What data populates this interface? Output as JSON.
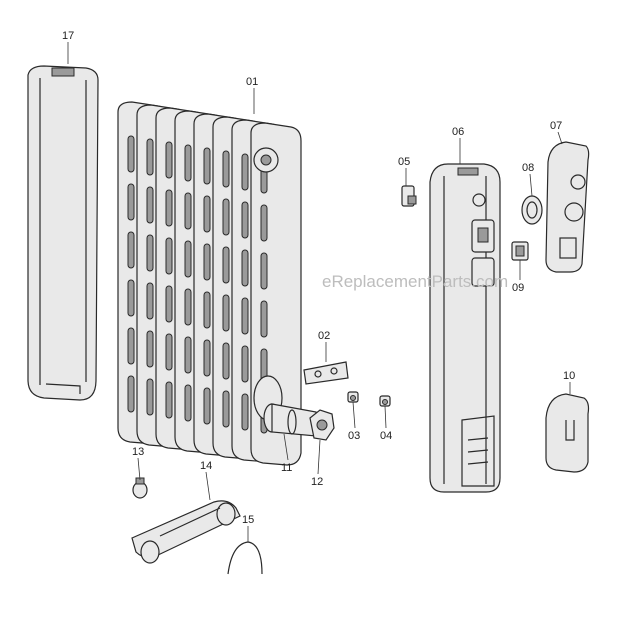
{
  "watermark": "eReplacementParts.com",
  "parts": [
    {
      "number": "17",
      "icon": "side-cover-icon"
    },
    {
      "number": "01",
      "icon": "radiator-body-icon"
    },
    {
      "number": "06",
      "icon": "control-panel-housing-icon"
    },
    {
      "number": "07",
      "icon": "control-cover-icon"
    },
    {
      "number": "05",
      "icon": "thermostat-icon"
    },
    {
      "number": "08",
      "icon": "knob-ring-icon"
    },
    {
      "number": "09",
      "icon": "rocker-switch-icon"
    },
    {
      "number": "02",
      "icon": "terminal-plate-icon"
    },
    {
      "number": "03",
      "icon": "small-switch-icon"
    },
    {
      "number": "04",
      "icon": "small-switch-icon"
    },
    {
      "number": "11",
      "icon": "heating-element-icon"
    },
    {
      "number": "12",
      "icon": "nut-icon"
    },
    {
      "number": "10",
      "icon": "cord-cover-icon"
    },
    {
      "number": "13",
      "icon": "caster-wheel-icon"
    },
    {
      "number": "14",
      "icon": "wheel-base-icon"
    },
    {
      "number": "15",
      "icon": "clip-icon"
    }
  ]
}
